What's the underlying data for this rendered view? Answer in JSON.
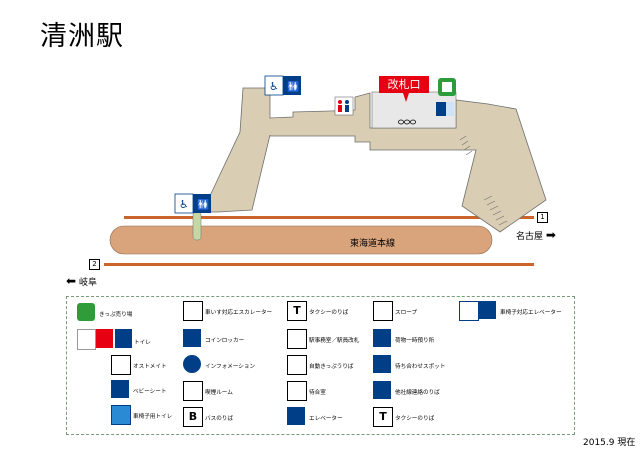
{
  "station": {
    "name": "清洲駅"
  },
  "map": {
    "gate_label": "改札口",
    "line_name": "東海道本線",
    "platform_numbers": [
      "1",
      "2"
    ],
    "directions": {
      "right": "名古屋",
      "left": "岐阜"
    },
    "colors": {
      "building": "#d9cdb3",
      "platform": "#d9a47c",
      "track": "#c9652a",
      "concourse": "#cdbfa2"
    }
  },
  "legend": {
    "items": [
      {
        "icon": "ticket-machine-icon",
        "label": "きっぷ売り場"
      },
      {
        "icon": "toilet-icon",
        "label": "トイレ"
      },
      {
        "icon": "ostomate-icon",
        "label": "オストメイト"
      },
      {
        "icon": "baby-seat-icon",
        "label": "ベビーシート"
      },
      {
        "icon": "accessible-toilet-icon",
        "label": "車椅子用トイレ"
      },
      {
        "icon": "wheelchair-escalator-icon",
        "label": "車いす対応エスカレーター"
      },
      {
        "icon": "coin-locker-icon",
        "label": "コインロッカー"
      },
      {
        "icon": "information-icon",
        "label": "インフォメーション"
      },
      {
        "icon": "smoking-room-icon",
        "label": "喫煙ルーム"
      },
      {
        "icon": "bus-icon",
        "label": "バスのりば"
      },
      {
        "icon": "taxi-icon",
        "label": "タクシーのりば"
      },
      {
        "icon": "station-office-icon",
        "label": "駅事務室／駅員改札"
      },
      {
        "icon": "auto-gate-icon",
        "label": "自動きっぷうりば"
      },
      {
        "icon": "waiting-room-icon",
        "label": "待合室"
      },
      {
        "icon": "elevator-icon",
        "label": "エレベーター"
      },
      {
        "icon": "slope-icon",
        "label": "スロープ"
      },
      {
        "icon": "baggage-icon",
        "label": "荷物一時預り所"
      },
      {
        "icon": "meeting-spot-icon",
        "label": "待ち合わせスポット"
      },
      {
        "icon": "other-line-icon",
        "label": "他社線連絡のりば"
      },
      {
        "icon": "taxi2-icon",
        "label": "タクシーのりば"
      },
      {
        "icon": "wheelchair-elevator-icon",
        "label": "車椅子対応エレベーター"
      }
    ]
  },
  "footer": {
    "date": "2015.9 現在"
  }
}
